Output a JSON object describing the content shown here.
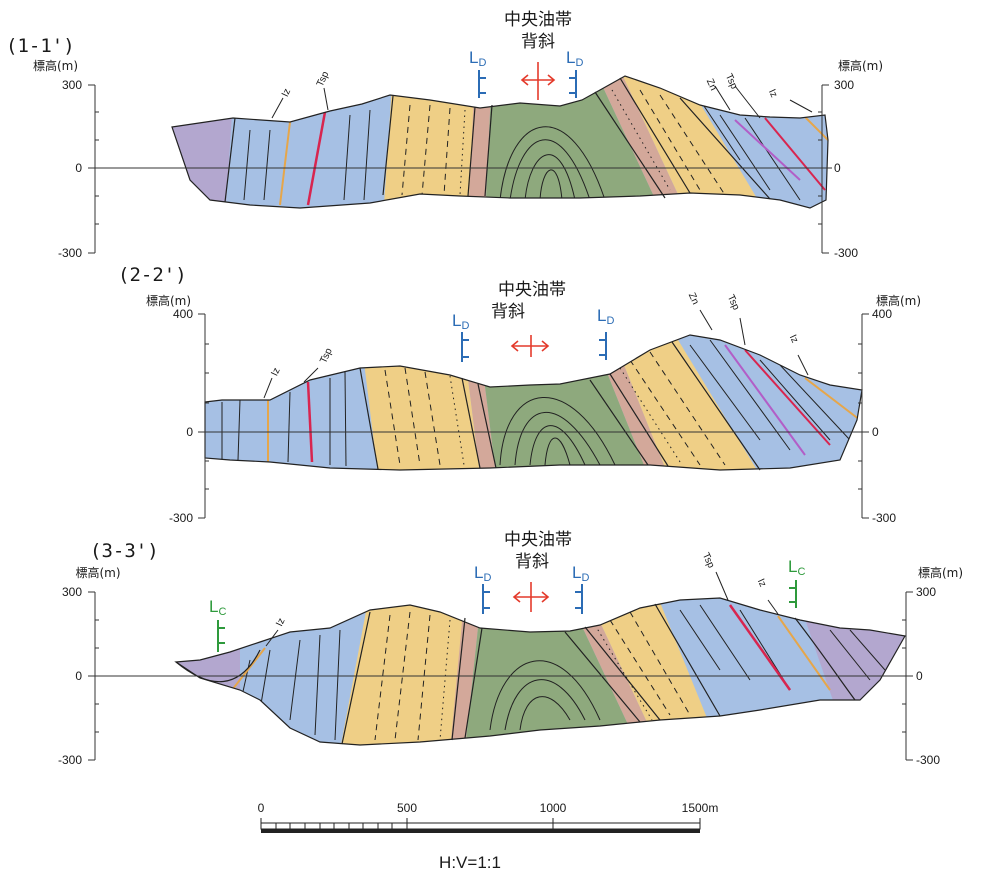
{
  "sections": [
    {
      "id": "1-1",
      "label": "(1-1')",
      "axis_title": "標高(m)",
      "ticks": [
        "300",
        "0",
        "-300"
      ],
      "anticline": [
        "中央油帯",
        "背斜"
      ],
      "strikes": [
        "LD",
        "LD"
      ],
      "markers": [
        "Iz",
        "Tsp",
        "Zn",
        "Tsp",
        "Iz"
      ]
    },
    {
      "id": "2-2",
      "label": "(2-2')",
      "axis_title": "標高(m)",
      "ticks": [
        "400",
        "0",
        "-300"
      ],
      "anticline": [
        "中央油帯",
        "背斜"
      ],
      "strikes": [
        "LD",
        "LD"
      ],
      "markers": [
        "Iz",
        "Tsp",
        "Zn",
        "Tsp",
        "Iz"
      ]
    },
    {
      "id": "3-3",
      "label": "(3-3')",
      "axis_title": "標高(m)",
      "ticks": [
        "300",
        "0",
        "-300"
      ],
      "anticline": [
        "中央油帯",
        "背斜"
      ],
      "strikes": [
        "LC",
        "LD",
        "LD",
        "LC"
      ],
      "markers": [
        "Iz",
        "Tsp",
        "Iz"
      ]
    }
  ],
  "scale": {
    "ticks": [
      "0",
      "500",
      "1000",
      "1500m"
    ],
    "ratio": "H:V=1:1"
  },
  "colors": {
    "purple": "#b3a7cf",
    "blue": "#a6c0e4",
    "yellow": "#efcf86",
    "brown": "#d3a89a",
    "green": "#8ea97d",
    "red_line": "#d8254f",
    "orange_line": "#e6a64a",
    "magenta_line": "#b25ec7",
    "anticline_arrow": "#e43a2b",
    "strike_blue": "#2b6cb5",
    "strike_green": "#2e9a3c"
  }
}
